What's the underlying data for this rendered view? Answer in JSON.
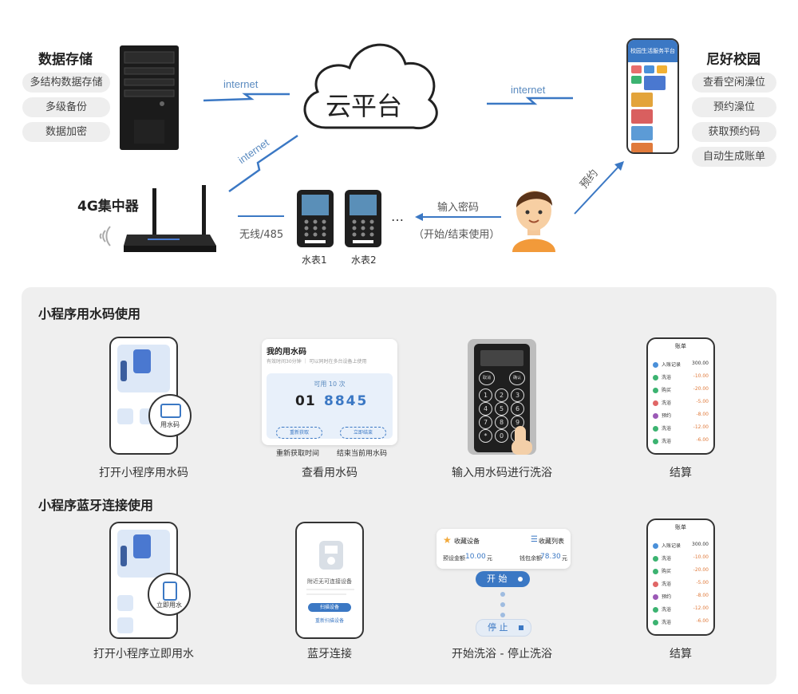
{
  "cloud": {
    "label": "云平台"
  },
  "storage": {
    "title": "数据存储",
    "items": [
      "多结构数据存储",
      "多级备份",
      "数据加密"
    ]
  },
  "campus": {
    "title": "尼好校园",
    "items": [
      "查看空闲澡位",
      "预约澡位",
      "获取预约码",
      "自动生成账单"
    ]
  },
  "network": {
    "internet_left": "internet",
    "internet_right": "internet",
    "internet_diag": "internet",
    "wireless": "无线/485",
    "reserve": "预约"
  },
  "concentrator": {
    "title": "4G集中器"
  },
  "meters": {
    "meter1": "水表1",
    "meter2": "水表2",
    "ellipsis": "…"
  },
  "user": {
    "input_line1": "输入密码",
    "input_line2": "（开始/结束使用）"
  },
  "phone_screen": {
    "title": "校园生活服务平台"
  },
  "section1": {
    "title": "小程序用水码使用",
    "captions": [
      "打开小程序用水码",
      "查看用水码",
      "输入用水码进行洗浴",
      "结算"
    ],
    "qr_badge": "用水码",
    "code_card": {
      "title": "我的用水码",
      "subtitle": "有效时间30分钟 ｜ 可以同时在多台设备上使用",
      "avail": "可用 10 次",
      "code_a": "01",
      "code_b": "8845",
      "btn_left": "重新获取",
      "btn_right": "立即结束",
      "label_left": "重新获取时间",
      "label_right": "结束当前用水码"
    },
    "keypad": [
      "1",
      "2",
      "3",
      "4",
      "5",
      "6",
      "7",
      "8",
      "9",
      "*",
      "0",
      "#"
    ],
    "keypad_top": [
      "取消",
      "确认"
    ]
  },
  "section2": {
    "title": "小程序蓝牙连接使用",
    "captions": [
      "打开小程序立即用水",
      "蓝牙连接",
      "开始洗浴 - 停止洗浴",
      "结算"
    ],
    "water_badge": "立即用水",
    "bt_screen": {
      "line1": "附近无可连接设备",
      "btn": "扫描设备",
      "link": "重新扫描设备"
    },
    "fav": {
      "left": "收藏设备",
      "right": "收藏列表",
      "preset_label": "预设金额",
      "preset_val": "10.00",
      "preset_unit": "元",
      "balance_label": "钱包余额",
      "balance_val": "78.30",
      "balance_unit": "元",
      "start": "开 始",
      "stop": "停 止"
    }
  },
  "bill_screen": {
    "title": "账单",
    "items": [
      {
        "name": "入账记录",
        "amt": "300.00",
        "color": "#4a90d9"
      },
      {
        "name": "洗浴",
        "amt": "-10.00",
        "color": "#3cb371"
      },
      {
        "name": "购买",
        "amt": "-20.00",
        "color": "#3cb371"
      },
      {
        "name": "洗浴",
        "amt": "-5.00",
        "color": "#e06666"
      },
      {
        "name": "预约",
        "amt": "-8.00",
        "color": "#9b59b6"
      },
      {
        "name": "洗浴",
        "amt": "-12.00",
        "color": "#3cb371"
      },
      {
        "name": "洗浴",
        "amt": "-6.00",
        "color": "#3cb371"
      }
    ]
  },
  "colors": {
    "accent": "#3b78c4",
    "panel": "#efefef",
    "cloud_stroke": "#222222"
  }
}
